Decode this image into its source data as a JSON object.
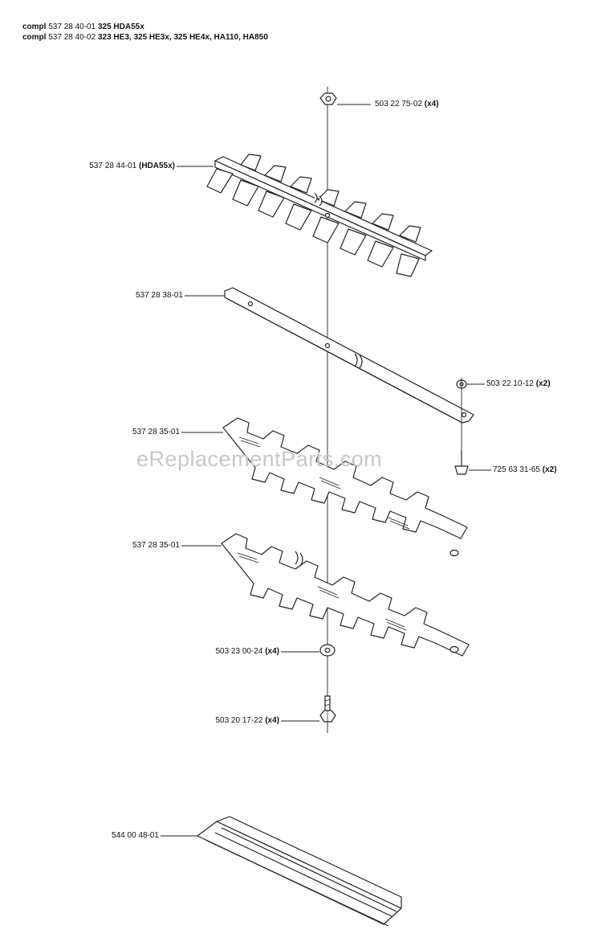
{
  "header": {
    "line1": {
      "prefix": "compl",
      "part": "537 28 40-01",
      "models": "325 HDA55x"
    },
    "line2": {
      "prefix": "compl",
      "part": "537 28 40-02",
      "models": "323 HE3, 325 HE3x, 325 HE4x, HA110, HA850"
    }
  },
  "watermark": "eReplacementParts.com",
  "parts": {
    "nut_top": {
      "number": "503 22 75-02",
      "qty": "(x4)"
    },
    "blade_guard": {
      "number": "537 28 44-01",
      "qty": "(HDA55x)"
    },
    "bar": {
      "number": "537 28 38-01",
      "qty": ""
    },
    "washer_small": {
      "number": "503 22 10-12",
      "qty": "(x2)"
    },
    "screw": {
      "number": "725 63 31-65",
      "qty": "(x2)"
    },
    "blade_upper": {
      "number": "537 28 35-01",
      "qty": ""
    },
    "blade_lower": {
      "number": "537 28 35-01",
      "qty": ""
    },
    "washer": {
      "number": "503 23 00-24",
      "qty": "(x4)"
    },
    "bolt": {
      "number": "503 20 17-22",
      "qty": "(x4)"
    },
    "cover": {
      "number": "544 00 48-01",
      "qty": ""
    }
  }
}
